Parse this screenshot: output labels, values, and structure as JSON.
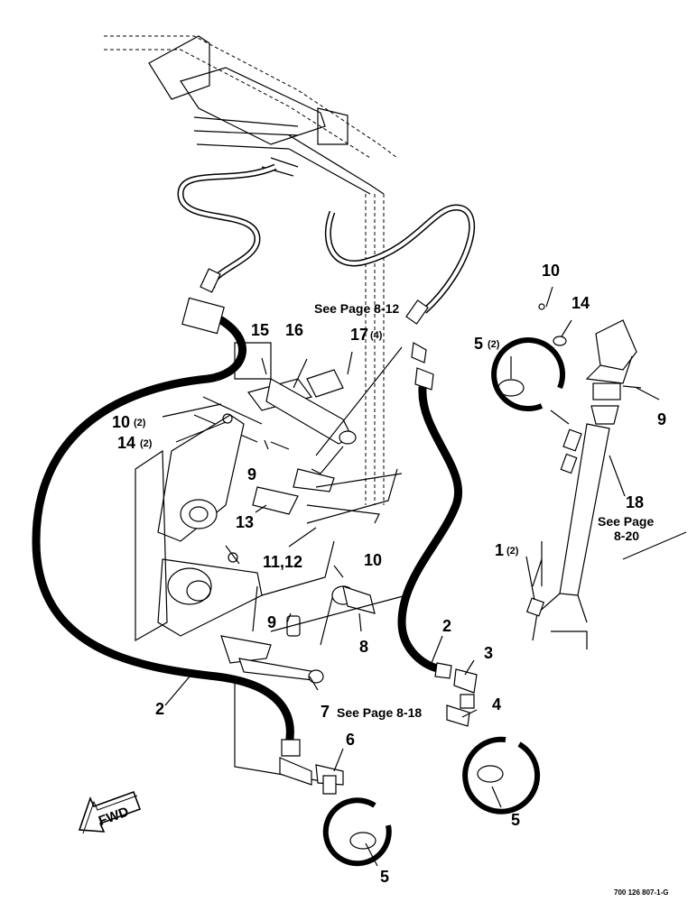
{
  "callouts": {
    "c2_left": "2",
    "c2_right": "2",
    "c3": "3",
    "c4": "4",
    "c5_top": "5",
    "c5_top_qty": "(2)",
    "c5_mid": "5",
    "c5_bottom": "5",
    "c6": "6",
    "c7": "7",
    "c8": "8",
    "c9_mid": "9",
    "c9_lower": "9",
    "c9_right": "9",
    "c10_left": "10",
    "c10_left_qty": "(2)",
    "c10_mid": "10",
    "c10_right": "10",
    "c11_12": "11,12",
    "c13": "13",
    "c14_left": "14",
    "c14_left_qty": "(2)",
    "c14_right": "14",
    "c15": "15",
    "c16": "16",
    "c17": "17",
    "c17_qty": "(4)",
    "c18": "18",
    "c1": "1",
    "c1_qty": "(2)"
  },
  "notes": {
    "see_8_12": "See Page 8-12",
    "see_8_18": "See Page 8-18",
    "see_8_20_line1": "See Page",
    "see_8_20_line2": "8-20"
  },
  "fwd_label": "FWD",
  "figure_number": "700 126 807-1-G"
}
